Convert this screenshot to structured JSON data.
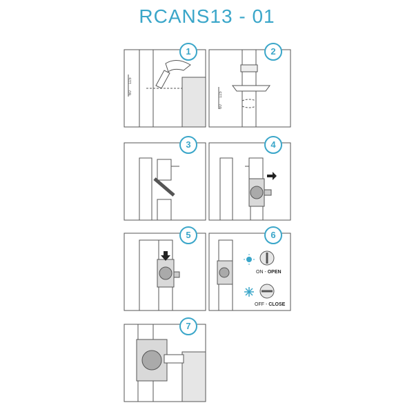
{
  "title": "RCANS13 - 01",
  "colors": {
    "accent": "#3aa6c9",
    "line": "#555555",
    "light": "#d9d9d9",
    "sun": "#3aa6c9",
    "snow": "#3aa6c9",
    "arrow": "#222222"
  },
  "steps": [
    {
      "number": "1",
      "dim_top": "115",
      "dim_bottom": "60"
    },
    {
      "number": "2",
      "dim_top": "115",
      "dim_bottom": "60"
    },
    {
      "number": "3"
    },
    {
      "number": "4"
    },
    {
      "number": "5"
    },
    {
      "number": "6",
      "on_label": "ON - ",
      "on_state": "OPEN",
      "off_label": "OFF - ",
      "off_state": "CLOSE"
    },
    {
      "number": "7"
    }
  ]
}
